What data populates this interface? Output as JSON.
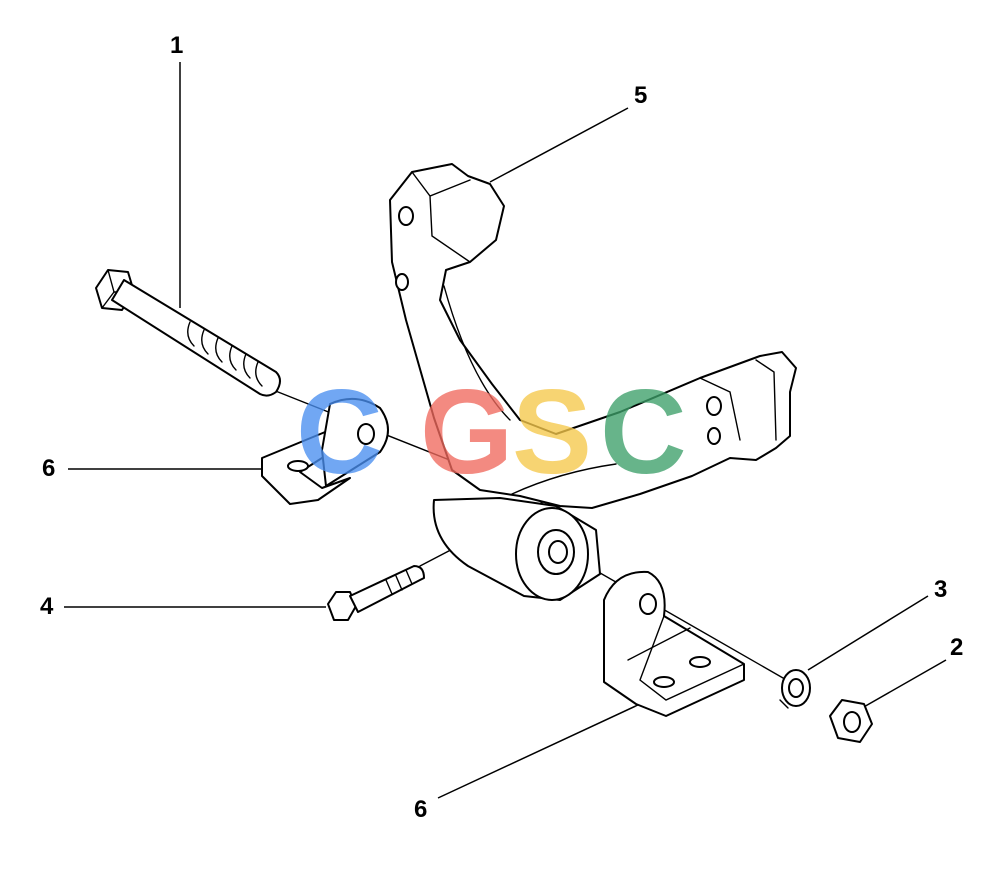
{
  "diagram": {
    "callouts": [
      {
        "id": "1",
        "label": "1",
        "part": "long-bolt"
      },
      {
        "id": "2",
        "label": "2",
        "part": "hex-nut"
      },
      {
        "id": "3",
        "label": "3",
        "part": "spring-washer"
      },
      {
        "id": "4",
        "label": "4",
        "part": "flange-bolt"
      },
      {
        "id": "5",
        "label": "5",
        "part": "mounting-bracket"
      },
      {
        "id": "6a",
        "label": "6",
        "part": "bracket-left"
      },
      {
        "id": "6b",
        "label": "6",
        "part": "bracket-right"
      }
    ]
  },
  "watermark": {
    "letters": [
      {
        "char": "C",
        "color": "#4A8FF0"
      },
      {
        "char": "G",
        "color": "#F06A5E"
      },
      {
        "char": "S",
        "color": "#F6C84B"
      },
      {
        "char": "C",
        "color": "#3DA06A"
      }
    ]
  }
}
